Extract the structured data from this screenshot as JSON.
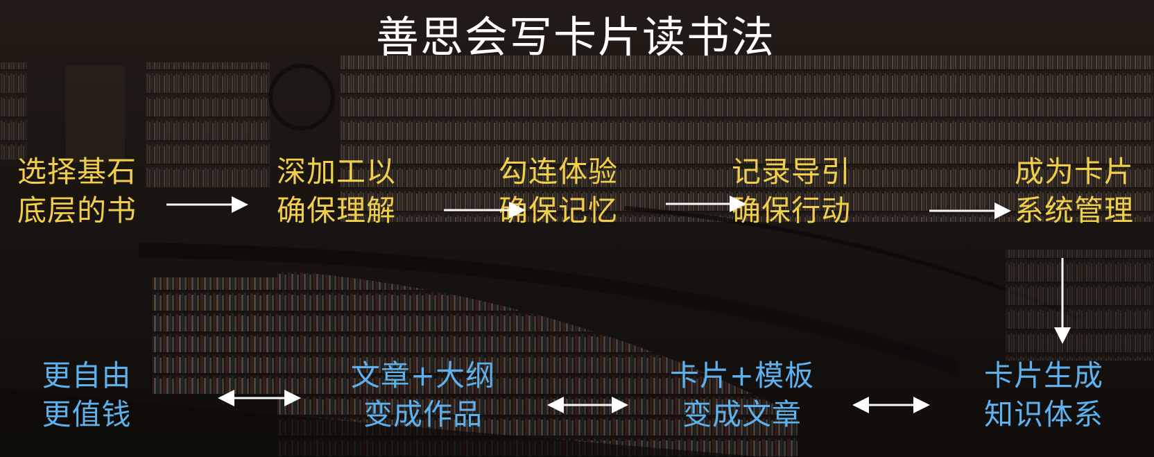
{
  "title": "善思会写卡片读书法",
  "steps": [
    {
      "line1": "选择基石",
      "line2": "底层的书"
    },
    {
      "line1": "深加工以",
      "line2": "确保理解"
    },
    {
      "line1": "勾连体验",
      "line2": "确保记忆"
    },
    {
      "line1": "记录导引",
      "line2": "确保行动"
    },
    {
      "line1": "成为卡片",
      "line2": "系统管理"
    },
    {
      "line1": "卡片生成",
      "line2": "知识体系"
    },
    {
      "line1": "卡片+模板",
      "line2": "变成文章"
    },
    {
      "line1": "文章+大纲",
      "line2": "变成作品"
    },
    {
      "line1": "更自由",
      "line2": "更值钱"
    }
  ],
  "colors": {
    "title": "#ffffff",
    "top_row": "#f1cf4a",
    "bottom_row": "#5cb1ee",
    "arrow": "#ffffff"
  }
}
